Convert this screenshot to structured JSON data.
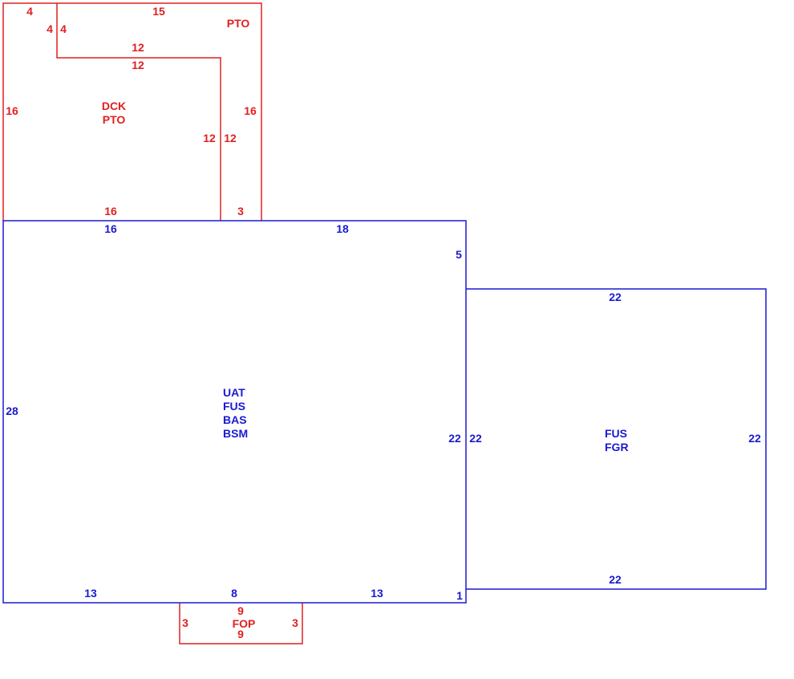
{
  "colors": {
    "red": "#e02020",
    "blue": "#1a1ad0"
  },
  "red_area": {
    "code": "PTO",
    "dims": {
      "top_left": "4",
      "top": "15",
      "step_v_left": "4",
      "step_v_right": "4",
      "right": "16",
      "left": "16",
      "bottom_right": "3"
    },
    "dck": {
      "codes": [
        "DCK",
        "PTO"
      ],
      "dims": {
        "top": "12",
        "right": "12",
        "bottom": "16"
      }
    },
    "inner": {
      "top": "12",
      "right": "12"
    }
  },
  "main": {
    "codes": [
      "UAT",
      "FUS",
      "BAS",
      "BSM"
    ],
    "dims": {
      "top_left": "16",
      "top_right": "18",
      "jog": "5",
      "left": "28",
      "right": "22",
      "bottom_left": "13",
      "bottom_mid": "8",
      "bottom_right": "13",
      "corner": "1"
    }
  },
  "garage": {
    "codes": [
      "FUS",
      "FGR"
    ],
    "dims": {
      "top": "22",
      "left": "22",
      "right": "22",
      "bottom": "22"
    }
  },
  "fop": {
    "code": "FOP",
    "dims": {
      "top": "9",
      "bottom": "9",
      "left": "3",
      "right": "3"
    }
  }
}
